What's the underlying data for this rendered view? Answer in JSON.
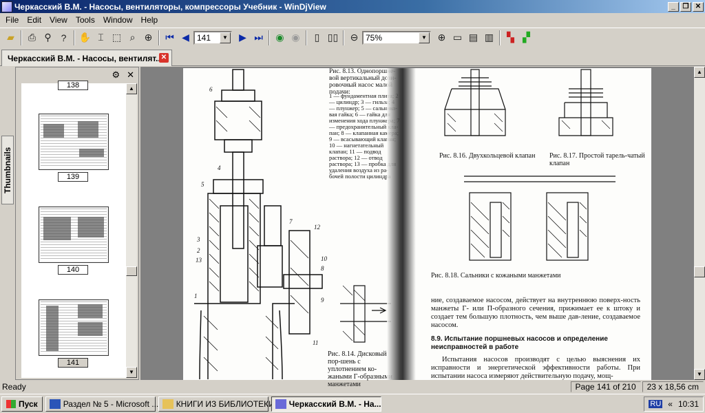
{
  "window": {
    "title": "Черкасский В.М. - Насосы, вентиляторы, компрессоры Учебник - WinDjView",
    "buttons": [
      "_",
      "❐",
      "✕"
    ]
  },
  "menu": [
    "File",
    "Edit",
    "View",
    "Tools",
    "Window",
    "Help"
  ],
  "toolbar": {
    "page_value": "141",
    "zoom_value": "75%"
  },
  "tab": {
    "label": "Черкасский В.М. - Насосы, вентилят...",
    "close": "✕"
  },
  "sidebar": {
    "tab_label": "Thumbnails",
    "thumbnails": [
      {
        "label": "138"
      },
      {
        "label": "139"
      },
      {
        "label": "140"
      },
      {
        "label": "141",
        "selected": true
      }
    ]
  },
  "document": {
    "caption_813": "Рис. 8.13. Однопоршне-вой вертикальный дози-ровочный насос малой подачи:",
    "legend_813": "1 — фундаментная плита; 2 — цилиндр; 3 — гильза; 4 — плунжер; 5 — сальнико-вая гайка; 6 — гайка для изменения хода плунжера; 7 — предохранительный кла-пан; 8 — клапанная камера; 9 — всасывающий клапан; 10 — нагнетательный клапан; 11 — подвод раствора; 12 — отвод раствора; 13 — пробка для удаления воздуха из ра-бочей полости цилиндра",
    "caption_814": "Рис. 8.14. Дисковый пор-шень с уплотнением ко-жаными Г-образными манжетами",
    "caption_816": "Рис. 8.16. Двухкольцевой клапан",
    "caption_817": "Рис. 8.17. Простой тарель-чатый клапан",
    "caption_818": "Рис. 8.18. Сальники с кожаными манжетами",
    "paragraph_1": "ние, создаваемое насосом, действует на внутреннюю поверх-ность манжеты Г- или П-образного сечения, прижимает ее к штоку и создает тем большую плотность, чем выше дав-ление, создаваемое насосом.",
    "section_heading": "8.9. Испытание поршневых насосов и определение неисправностей в работе",
    "paragraph_2": "Испытания насосов производят с целью выяснения их исправности и энергетической эффективности работы. При испытании насоса измеряют действительную подачу, мощ-"
  },
  "status": {
    "ready": "Ready",
    "page_info": "Page 141 of 210",
    "size_info": "23 x 18,56 cm"
  },
  "taskbar": {
    "start": "Пуск",
    "tasks": [
      {
        "label": "Раздел № 5 - Microsoft ..."
      },
      {
        "label": "КНИГИ ИЗ БИБЛИОТЕКИ"
      },
      {
        "label": "Черкасский В.М. - На...",
        "active": true
      }
    ],
    "lang": "RU",
    "chevron": "«",
    "clock": "10:31"
  }
}
